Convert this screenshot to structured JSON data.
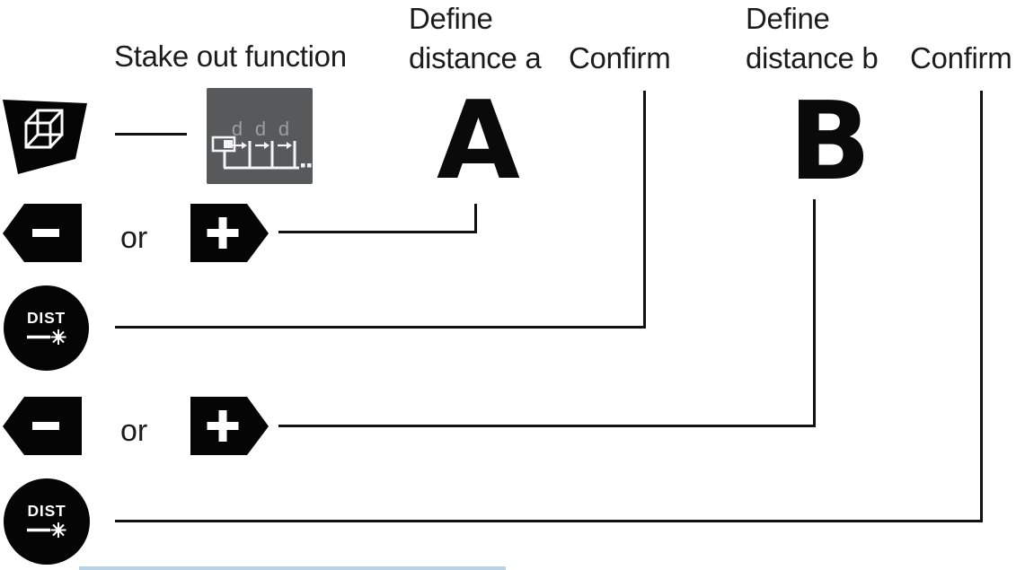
{
  "title": "Stake out function diagram",
  "headers": {
    "stake_out_function": "Stake out function",
    "define_distance_a": [
      "Define",
      "distance a"
    ],
    "confirm_a": "Confirm",
    "define_distance_b": [
      "Define",
      "distance b"
    ],
    "confirm_b": "Confirm"
  },
  "flow": {
    "or_1": "or",
    "or_2": "or",
    "distance_a_letter": "A",
    "distance_b_letter": "B"
  },
  "keys": {
    "function_key_icon": "cube-icon",
    "minus_key_icon": "minus-icon",
    "plus_key_icon": "plus-icon",
    "dist_key_label": "DIST",
    "dist_key_icon": "laser-beam-icon"
  },
  "display_icon": {
    "name": "stake-out-lcd-icon",
    "d_labels": [
      "d",
      "d",
      "d"
    ],
    "ellipsis_dots": 2
  },
  "colors": {
    "key_black": "#050505",
    "text_black": "#1c1c1c",
    "line_black": "#111111",
    "display_bg": "#58595b",
    "display_fg": "#f5f5f5",
    "display_dim": "#9c9da0",
    "bottom_strip": "#b7d2e5"
  }
}
